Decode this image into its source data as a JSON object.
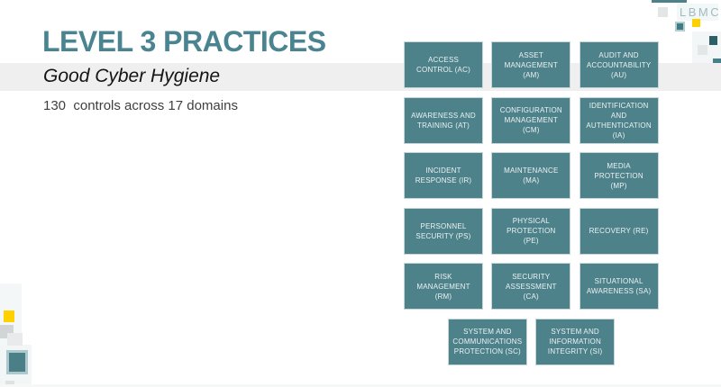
{
  "slide": {
    "title": "LEVEL 3 PRACTICES",
    "subtitle": "Good Cyber Hygiene",
    "caption": "130  controls across 17 domains"
  },
  "logo": {
    "text": "LBMC"
  },
  "domains": [
    {
      "label": "ACCESS CONTROL (AC)"
    },
    {
      "label": "ASSET MANAGEMENT (AM)"
    },
    {
      "label": "AUDIT AND ACCOUNTABILITY (AU)"
    },
    {
      "label": "AWARENESS AND TRAINING (AT)"
    },
    {
      "label": "CONFIGURATION MANAGEMENT (CM)"
    },
    {
      "label": "IDENTIFICATION AND AUTHENTICATION (IA)"
    },
    {
      "label": "INCIDENT RESPONSE (IR)"
    },
    {
      "label": "MAINTENANCE (MA)"
    },
    {
      "label": "MEDIA PROTECTION (MP)"
    },
    {
      "label": "PERSONNEL SECURITY (PS)"
    },
    {
      "label": "PHYSICAL PROTECTION (PE)"
    },
    {
      "label": "RECOVERY (RE)"
    },
    {
      "label": "RISK MANAGEMENT (RM)"
    },
    {
      "label": "SECURITY ASSESSMENT (CA)"
    },
    {
      "label": "SITUATIONAL AWARENESS (SA)"
    },
    {
      "label": "SYSTEM AND COMMUNICATIONS PROTECTION (SC)"
    },
    {
      "label": "SYSTEM AND INFORMATION INTEGRITY (SI)"
    }
  ],
  "colors": {
    "box_teal": "#4d828b",
    "title_teal": "#4a8490",
    "accent_yellow": "#ffd100",
    "dark_teal": "#2d5f66",
    "band_gray": "#efefef",
    "logo_gray_blue": "#a3bac1"
  }
}
